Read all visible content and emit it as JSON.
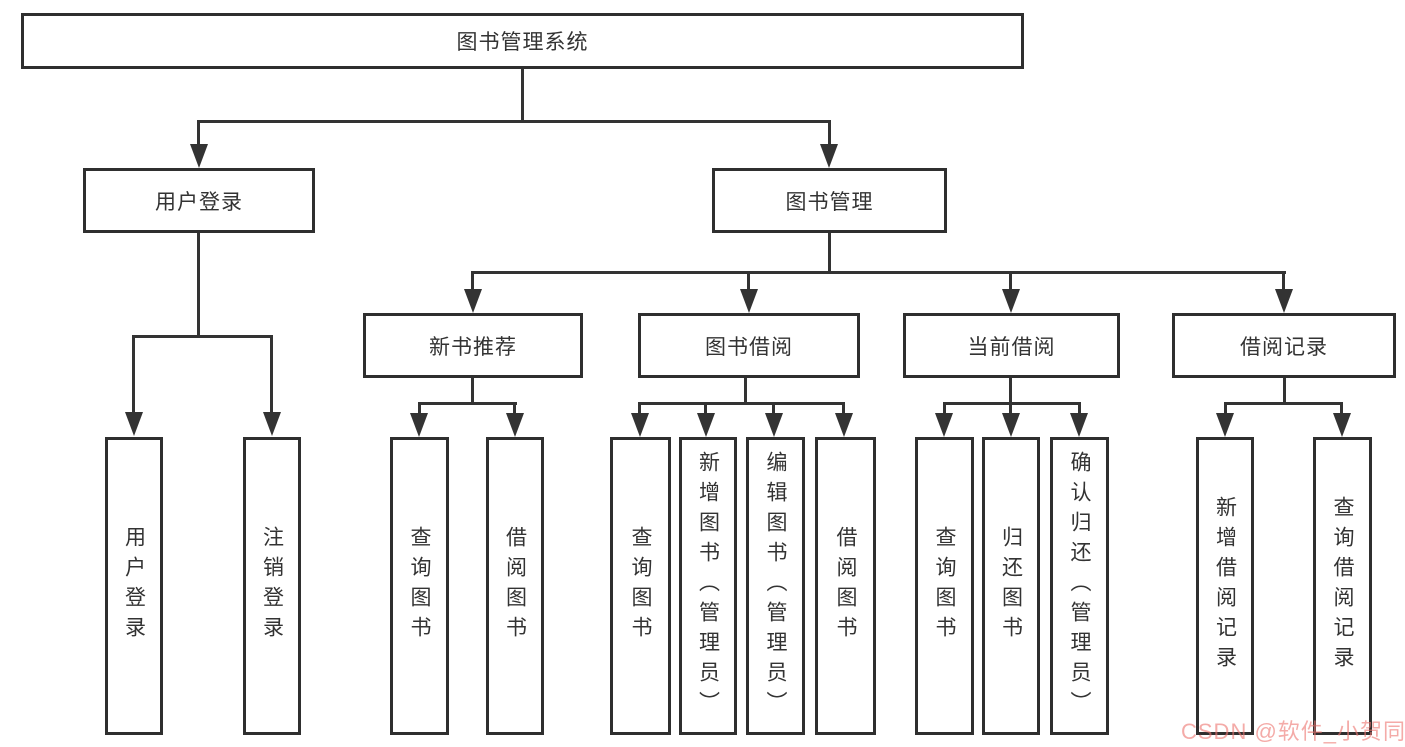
{
  "diagram": {
    "type": "hierarchy-tree",
    "levels": 4
  },
  "nodes": {
    "root": {
      "label": "图书管理系统"
    },
    "user_login": {
      "label": "用户登录"
    },
    "book_mgmt": {
      "label": "图书管理"
    },
    "new_book_rec": {
      "label": "新书推荐"
    },
    "book_borrow": {
      "label": "图书借阅"
    },
    "current_borrow": {
      "label": "当前借阅"
    },
    "borrow_record": {
      "label": "借阅记录"
    },
    "leaf_user_login": {
      "label": "用户登录"
    },
    "leaf_logout": {
      "label": "注销登录"
    },
    "leaf_nb_query": {
      "label": "查询图书"
    },
    "leaf_nb_borrow": {
      "label": "借阅图书"
    },
    "leaf_bb_query": {
      "label": "查询图书"
    },
    "leaf_bb_add": {
      "label": "新增图书（管理员）"
    },
    "leaf_bb_edit": {
      "label": "编辑图书（管理员）"
    },
    "leaf_bb_borrow": {
      "label": "借阅图书"
    },
    "leaf_cb_query": {
      "label": "查询图书"
    },
    "leaf_cb_return": {
      "label": "归还图书"
    },
    "leaf_cb_confirm": {
      "label": "确认归还（管理员）"
    },
    "leaf_br_add": {
      "label": "新增借阅记录"
    },
    "leaf_br_query": {
      "label": "查询借阅记录"
    }
  },
  "watermark": {
    "text": "CSDN @软件_小贺同学",
    "color": "#ee7873"
  },
  "colors": {
    "background": "#ffffff",
    "box_border": "#2f2f2f",
    "line": "#333333",
    "text": "#333333",
    "watermark": "#ee7873"
  }
}
